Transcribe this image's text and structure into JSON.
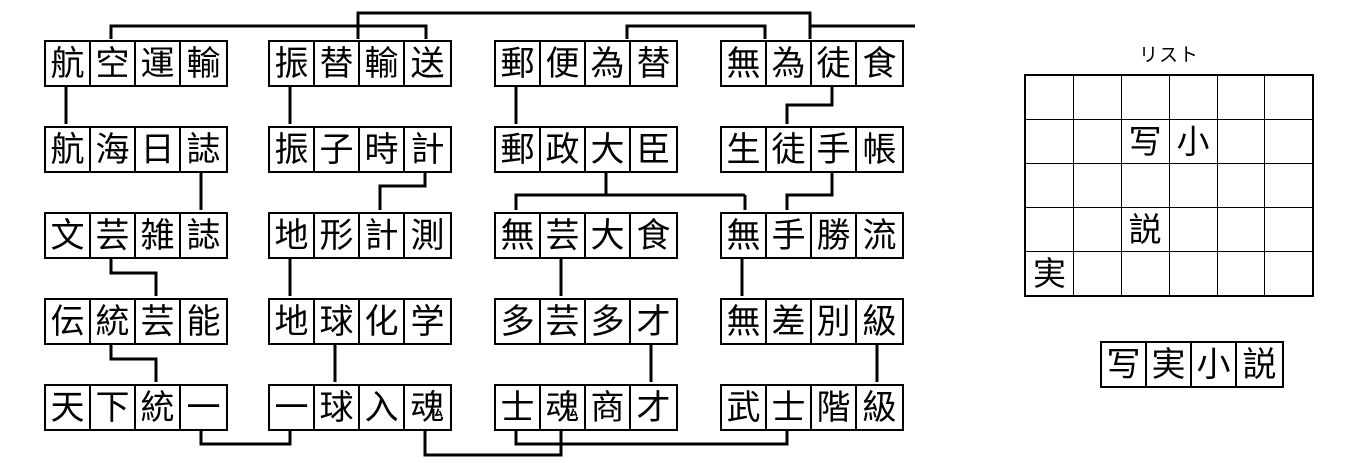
{
  "puzzle": {
    "type": "kanji-chain-crossword",
    "columns": [
      {
        "name": "column-1",
        "words": [
          "航空運輸",
          "航海日誌",
          "文芸雑誌",
          "伝統芸能",
          "天下統一"
        ]
      },
      {
        "name": "column-2",
        "words": [
          "振替輸送",
          "振子時計",
          "地形計測",
          "地球化学",
          "一球入魂"
        ]
      },
      {
        "name": "column-3",
        "words": [
          "郵便為替",
          "郵政大臣",
          "無芸大食",
          "多芸多才",
          "士魂商才"
        ]
      },
      {
        "name": "column-4",
        "words": [
          "無為徒食",
          "生徒手帳",
          "無手勝流",
          "無差別級",
          "武士階級"
        ]
      }
    ]
  },
  "list_panel": {
    "title": "リスト",
    "rows": 5,
    "cols": 6,
    "cells": [
      [
        "",
        "",
        "",
        "",
        "",
        ""
      ],
      [
        "",
        "",
        "写",
        "小",
        "",
        ""
      ],
      [
        "",
        "",
        "",
        "",
        "",
        ""
      ],
      [
        "",
        "",
        "説",
        "",
        "",
        ""
      ],
      [
        "実",
        "",
        "",
        "",
        "",
        ""
      ]
    ]
  },
  "answer": {
    "label": "写実小説",
    "characters": [
      "写",
      "実",
      "小",
      "説"
    ]
  },
  "colors": {
    "ink": "#000000",
    "paper": "#ffffff"
  }
}
